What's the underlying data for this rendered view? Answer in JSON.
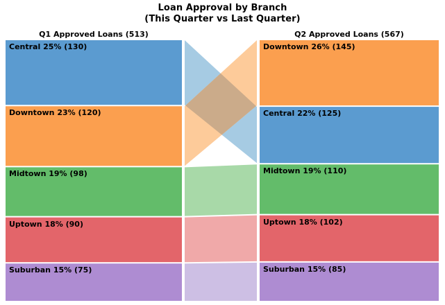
{
  "chart_data": {
    "type": "sankey",
    "title": "Loan Approval by Branch",
    "subtitle": "(This Quarter vs Last Quarter)",
    "xlabel": "",
    "ylabel": "",
    "grid": false,
    "legend": "none",
    "columns": [
      {
        "key": "q1",
        "header": "Q1 Approved Loans (513)",
        "total": 513
      },
      {
        "key": "q2",
        "header": "Q2 Approved Loans (567)",
        "total": 567
      }
    ],
    "categories": [
      "Central",
      "Downtown",
      "Midtown",
      "Uptown",
      "Suburban"
    ],
    "series": [
      {
        "name": "Q1 Approved Loans",
        "values": [
          130,
          120,
          98,
          90,
          75
        ]
      },
      {
        "name": "Q2 Approved Loans",
        "values": [
          125,
          145,
          110,
          102,
          85
        ]
      }
    ],
    "left_nodes": [
      {
        "name": "Central",
        "label": "Central 25% (130)",
        "value": 130,
        "percent": 25,
        "color": "#5b9bd0",
        "rank": 1
      },
      {
        "name": "Downtown",
        "label": "Downtown 23% (120)",
        "value": 120,
        "percent": 23,
        "color": "#fb9f4f",
        "rank": 2
      },
      {
        "name": "Midtown",
        "label": "Midtown 19% (98)",
        "value": 98,
        "percent": 19,
        "color": "#63bc6a",
        "rank": 3
      },
      {
        "name": "Uptown",
        "label": "Uptown 18% (90)",
        "value": 90,
        "percent": 18,
        "color": "#e3656a",
        "rank": 4
      },
      {
        "name": "Suburban",
        "label": "Suburban 15% (75)",
        "value": 75,
        "percent": 15,
        "color": "#ae8cd2",
        "rank": 5
      }
    ],
    "right_nodes": [
      {
        "name": "Downtown",
        "label": "Downtown 26% (145)",
        "value": 145,
        "percent": 26,
        "color": "#fb9f4f",
        "rank": 1
      },
      {
        "name": "Central",
        "label": "Central 22% (125)",
        "value": 125,
        "percent": 22,
        "color": "#5b9bd0",
        "rank": 2
      },
      {
        "name": "Midtown",
        "label": "Midtown 19% (110)",
        "value": 110,
        "percent": 19,
        "color": "#63bc6a",
        "rank": 3
      },
      {
        "name": "Uptown",
        "label": "Uptown 18% (102)",
        "value": 102,
        "percent": 18,
        "color": "#e3656a",
        "rank": 4
      },
      {
        "name": "Suburban",
        "label": "Suburban 15% (85)",
        "value": 85,
        "percent": 15,
        "color": "#ae8cd2",
        "rank": 5
      }
    ],
    "links": [
      {
        "name": "Central",
        "from_rank": 1,
        "to_rank": 2,
        "color": "#a6cbe3",
        "crossing": true
      },
      {
        "name": "Downtown",
        "from_rank": 2,
        "to_rank": 1,
        "color": "#fdcb9a",
        "crossing": true
      },
      {
        "name": "Midtown",
        "from_rank": 3,
        "to_rank": 3,
        "color": "#a8d9a8",
        "crossing": false
      },
      {
        "name": "Uptown",
        "from_rank": 4,
        "to_rank": 4,
        "color": "#f0a9a9",
        "crossing": false
      },
      {
        "name": "Suburban",
        "from_rank": 5,
        "to_rank": 5,
        "color": "#cdbfe4",
        "crossing": false
      }
    ],
    "link_overlap_color": "#cbab8a",
    "background": "#ffffff",
    "text_color": "#000000"
  }
}
